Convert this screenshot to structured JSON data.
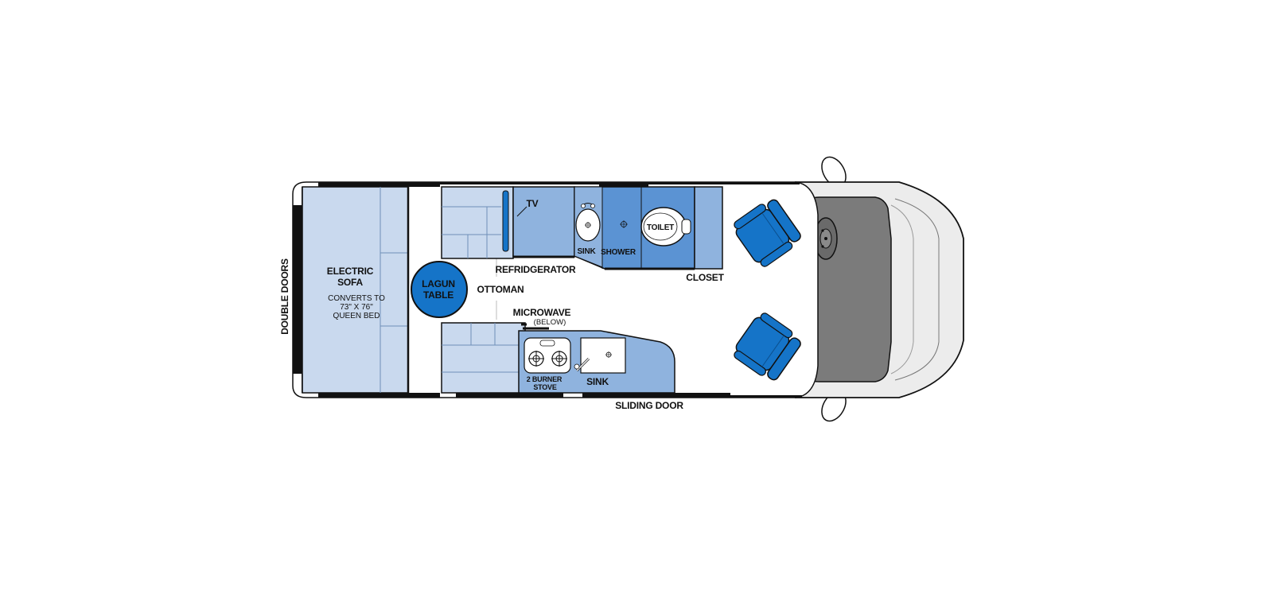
{
  "colors": {
    "light": "#c9d9ee",
    "medium": "#8fb3de",
    "bath": "#5b93d3",
    "dark": "#1574c8",
    "outline": "#111111",
    "wall": "#111111",
    "cab_body": "#ececec",
    "cab_dash": "#7b7b7b"
  },
  "labels": {
    "double_doors": "DOUBLE DOORS",
    "sofa_title_1": "ELECTRIC",
    "sofa_title_2": "SOFA",
    "sofa_note_1": "CONVERTS TO",
    "sofa_note_2": "73\" X 76\"",
    "sofa_note_3": "QUEEN BED",
    "table_1": "LAGUN",
    "table_2": "TABLE",
    "ottoman": "OTTOMAN",
    "tv": "TV",
    "refrigerator": "REFRIDGERATOR",
    "bath_sink": "SINK",
    "shower": "SHOWER",
    "toilet": "TOILET",
    "closet": "CLOSET",
    "microwave": "MICROWAVE",
    "microwave_note": "(BELOW)",
    "stove_1": "2 BURNER",
    "stove_2": "STOVE",
    "galley_sink": "SINK",
    "sliding_door": "SLIDING DOOR"
  }
}
